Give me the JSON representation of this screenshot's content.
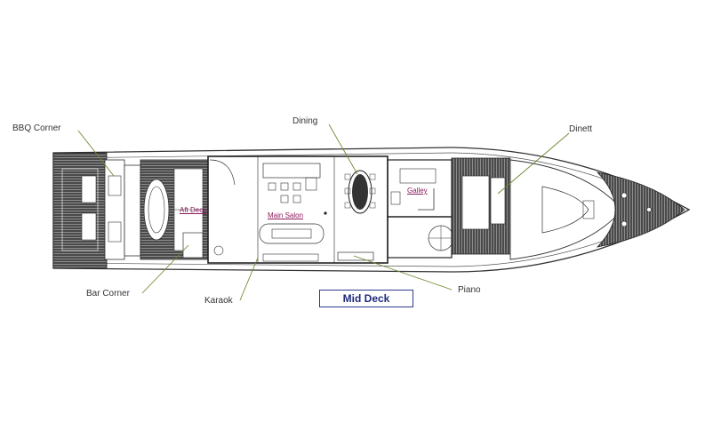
{
  "callouts": {
    "bbq_corner": "BBQ Corner",
    "dining": "Dining",
    "dinett": "Dinett",
    "bar_corner": "Bar Corner",
    "karaok": "Karaok",
    "piano": "Piano"
  },
  "rooms": {
    "aft_deck": "Aft Deck",
    "main_salon": "Main Salon",
    "galley": "Galley"
  },
  "deck_title": "Mid Deck",
  "colors": {
    "line": "#333333",
    "leader": "#6b8a2e",
    "room_label": "#8b1a5a",
    "title": "#1f2b7a"
  }
}
